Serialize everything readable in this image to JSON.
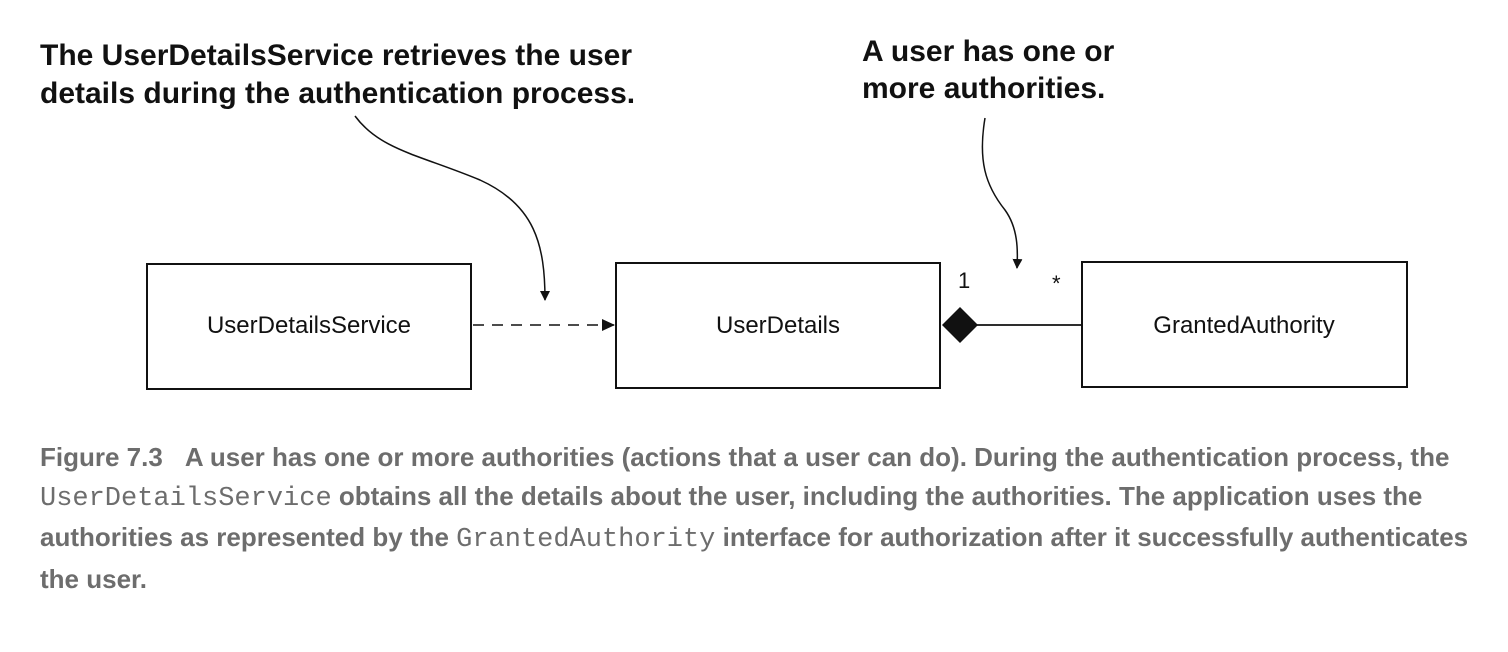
{
  "annotations": {
    "service_note": [
      "The UserDetailsService retrieves the user",
      "details during the authentication process."
    ],
    "authority_note": [
      "A user has one or",
      "more authorities."
    ]
  },
  "boxes": {
    "user_details_service": "UserDetailsService",
    "user_details": "UserDetails",
    "granted_authority": "GrantedAuthority"
  },
  "multiplicity": {
    "one": "1",
    "many": "*"
  },
  "caption": {
    "figure_label": "Figure 7.3",
    "part1": "A user has one or more authorities (actions that a user can do). During the authentication process, the ",
    "code1": "UserDetailsService",
    "part2": " obtains all the details about the user, including the authorities. The application uses the authorities as represented by the ",
    "code2": "GrantedAuthority",
    "part3": " interface for authorization after it successfully authenticates the user."
  },
  "colors": {
    "ink": "#111111",
    "caption_gray": "#6d6d6d"
  }
}
